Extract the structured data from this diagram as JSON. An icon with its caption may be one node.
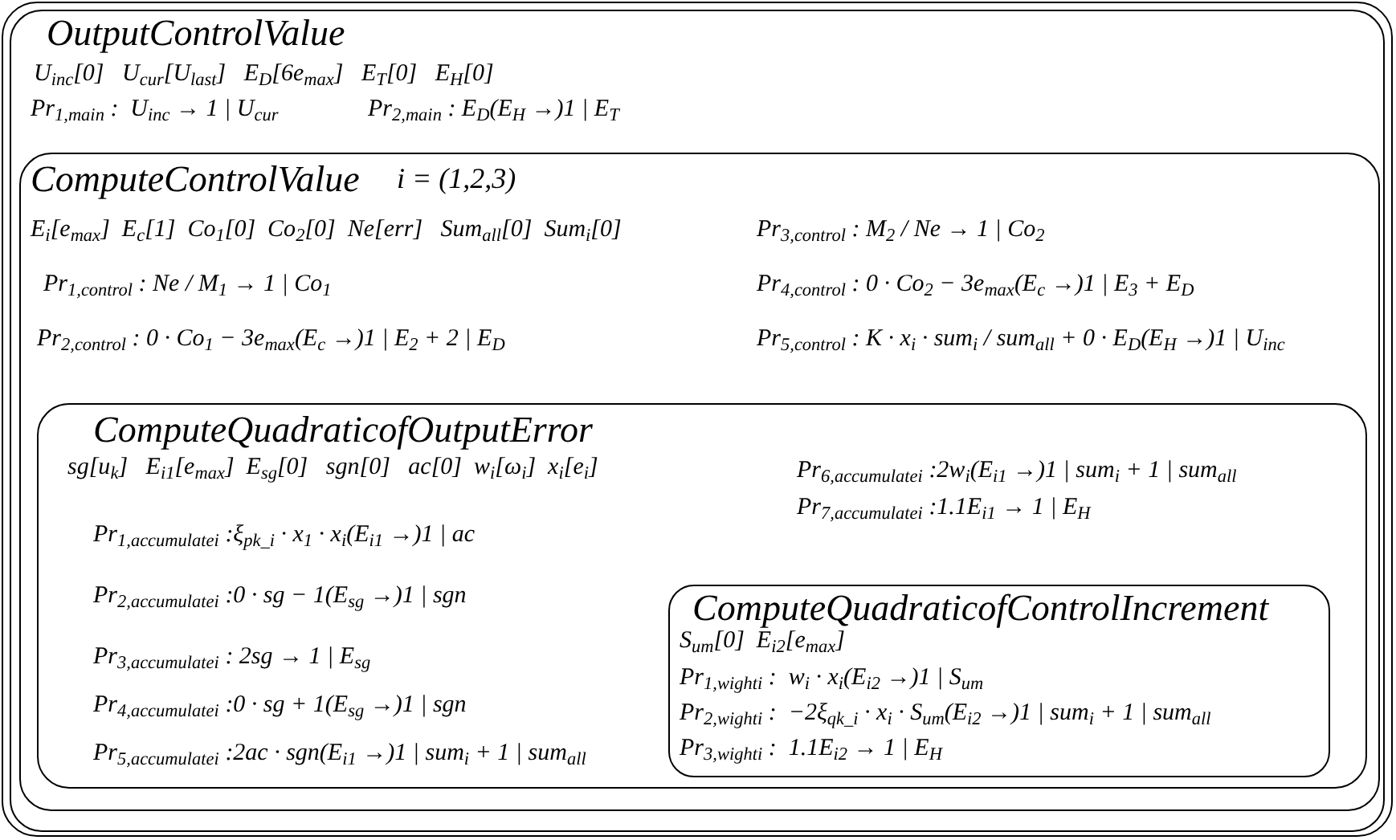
{
  "diagram": {
    "nodes": [
      {
        "text": [],
        "shape": "box"
      },
      {
        "text": [
          "OutputControlValue",
          "U$_{inc}$[0]   U$_{cur}$[U$_{last}$]   E$_{D}$[6e$_{max}$]   E$_{T}$[0]   E$_{H}$[0]",
          "Pr$_{1,main}$ :  U$_{inc}$ → 1 | U$_{cur}$",
          "Pr$_{2,main}$ : E$_{D}$(E$_{H}$ →)1 | E$_{T}$"
        ],
        "in": 0
      },
      {
        "text": [
          "ComputeControlValue",
          "i = (1,2,3)",
          "E$_{i}$[e$_{max}$]  E$_{c}$[1]  Co$_{1}$[0]  Co$_{2}$[0]  Ne[err]   Sum$_{all}$[0]  Sum$_{i}$[0]",
          "Pr$_{3,control}$ : M$_{2}$ / Ne → 1 | Co$_{2}$",
          "Pr$_{1,control}$ : Ne / M$_{1}$ → 1 | Co$_{1}$",
          "Pr$_{4,control}$ : 0 · Co$_{2}$ − 3e$_{max}$(E$_{c}$ →)1 | E$_{3}$ + E$_{D}$",
          "Pr$_{2,control}$ : 0 · Co$_{1}$ − 3e$_{max}$(E$_{c}$ →)1 | E$_{2}$ + 2 | E$_{D}$",
          "Pr$_{5,control}$ : K · x$_{i}$ · sum$_{i}$ / sum$_{all}$ + 0 · E$_{D}$(E$_{H}$ →)1 | U$_{inc}$"
        ],
        "in": 1
      },
      {
        "text": [
          "ComputeQuadraticofOutputError",
          "sg[u$_{k}$]   E$_{i1}$[e$_{max}$]  E$_{sg}$[0]   sgn[0]   ac[0]  w$_{i}$[ω$_{i}$]  x$_{i}$[e$_{i}$]",
          "Pr$_{6,accumulate}$$_{i}$ :2w$_{i}$(E$_{i1}$ →)1 | sum$_{i}$ + 1 | sum$_{all}$",
          "Pr$_{7,accumulate}$$_{i}$ :1.1E$_{i1}$ → 1 | E$_{H}$",
          "Pr$_{1,accumulate}$$_{i}$ :ξ$_{pk_i}$ · x$_{1}$ · x$_{i}$(E$_{i1}$ →)1 | ac",
          "Pr$_{2,accumulate}$$_{i}$ :0 · sg − 1(E$_{sg}$ →)1 | sgn",
          "Pr$_{3,accumulate}$$_{i}$ : 2sg → 1 | E$_{sg}$",
          "Pr$_{4,accumulate}$$_{i}$ :0 · sg + 1(E$_{sg}$ →)1 | sgn",
          "Pr$_{5,accumulate}$$_{i}$ :2ac · sgn(E$_{i1}$ →)1 | sum$_{i}$ + 1 | sum$_{all}$"
        ],
        "in": 2
      },
      {
        "text": [
          "ComputeQuadraticofControlIncrement",
          "S$_{um}$[0]  E$_{i2}$[e$_{max}$]",
          "Pr$_{1,wight}$$_{i}$ :  w$_{i}$ · x$_{i}$(E$_{i2}$ →)1 | S$_{um}$",
          "Pr$_{2,wight}$$_{i}$ :  −2ξ$_{qk_i}$ · x$_{i}$ · S$_{um}$(E$_{i2}$ →)1 | sum$_{i}$ + 1 | sum$_{all}$",
          "Pr$_{3,wight}$$_{i}$ :  1.1E$_{i2}$ → 1 | E$_{H}$"
        ],
        "in": 3
      }
    ],
    "edges": []
  }
}
